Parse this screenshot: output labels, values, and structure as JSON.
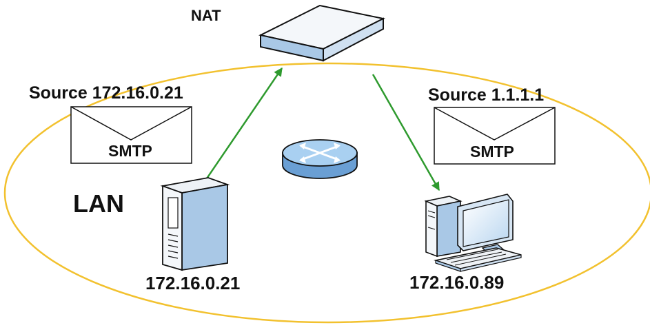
{
  "nat_label": "NAT",
  "lan_label": "LAN",
  "left_message": {
    "source": "Source 172.16.0.21",
    "protocol": "SMTP"
  },
  "right_message": {
    "source": "Source 1.1.1.1",
    "protocol": "SMTP"
  },
  "server": {
    "ip": "172.16.0.21"
  },
  "workstation": {
    "ip": "172.16.0.89"
  },
  "colors": {
    "lan_ellipse": "#f2c12e",
    "arrow": "#2e9a2e",
    "device_body": "#eef2f6",
    "device_blue": "#a9c8e6",
    "router_blue": "#8fbde6",
    "outline": "#111111"
  }
}
